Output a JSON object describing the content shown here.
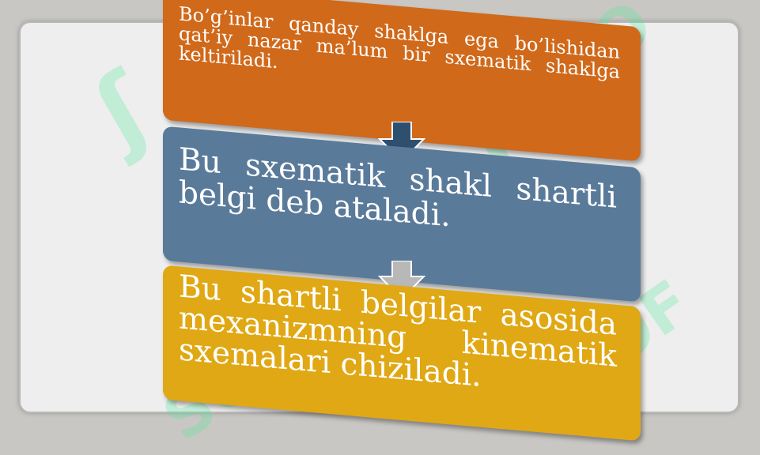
{
  "boxes": [
    {
      "text": "Bo’g’inlar qanday shaklga ega bo’lishidan qat’iy nazar ma’lum bir sxematik shaklga keltiriladi.",
      "color": "#d0691a"
    },
    {
      "text": "Bu sxematik shakl shartli belgi deb ataladi.",
      "color": "#5a7a9a"
    },
    {
      "text": "Bu shartli belgilar asosida mexanizmning kinematik sxemalari chiziladi.",
      "color": "#e0a814"
    }
  ],
  "arrows": [
    {
      "color": "#2f4f6f",
      "icon": "arrow-down-icon"
    },
    {
      "color": "#b8b8b8",
      "icon": "arrow-down-icon"
    }
  ],
  "watermark": {
    "text": "SOF",
    "color": "#50eb96"
  }
}
